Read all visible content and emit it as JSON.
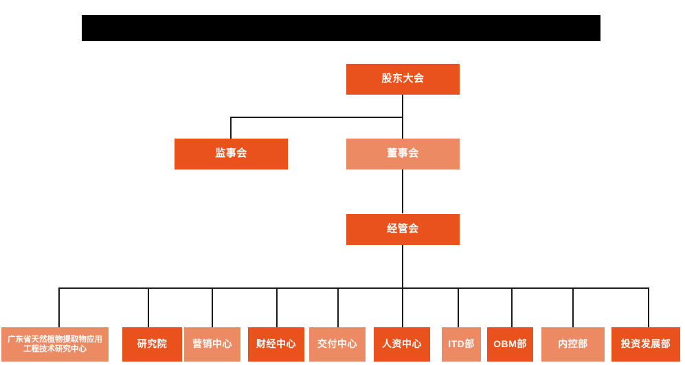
{
  "chart_title_redacted": "",
  "colors": {
    "dark_orange": "#E9521C",
    "light_orange": "#EC8A64",
    "connector": "#1a1a1a",
    "background": "#FFFFFF",
    "banner": "#000000",
    "text": "#FFFFFF"
  },
  "nodes": {
    "shareholders_meeting": "股东大会",
    "supervisory_board": "监事会",
    "board_of_directors": "董事会",
    "management_committee": "经管会"
  },
  "departments": [
    {
      "label": "广东省天然植物提取物应用工程技术研究中心",
      "tone": "light"
    },
    {
      "label": "研究院",
      "tone": "dark"
    },
    {
      "label": "营销中心",
      "tone": "light"
    },
    {
      "label": "财经中心",
      "tone": "dark"
    },
    {
      "label": "交付中心",
      "tone": "light"
    },
    {
      "label": "人资中心",
      "tone": "dark"
    },
    {
      "label": "ITD部",
      "tone": "light"
    },
    {
      "label": "OBM部",
      "tone": "dark"
    },
    {
      "label": "内控部",
      "tone": "light"
    },
    {
      "label": "投资发展部",
      "tone": "dark"
    }
  ]
}
